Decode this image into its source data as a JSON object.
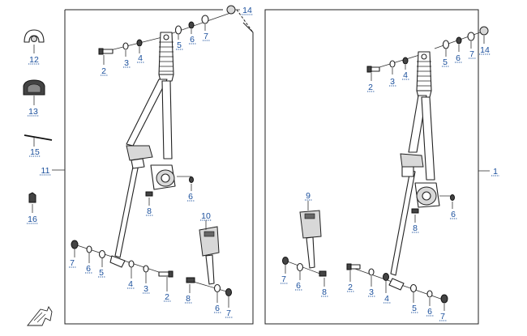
{
  "callouts": {
    "c1": "1",
    "c2a": "2",
    "c2b": "2",
    "c2c": "2",
    "c2d": "2",
    "c3a": "3",
    "c3b": "3",
    "c3c": "3",
    "c3d": "3",
    "c4a": "4",
    "c4b": "4",
    "c4c": "4",
    "c4d": "4",
    "c5a": "5",
    "c5b": "5",
    "c5c": "5",
    "c5d": "5",
    "c6a": "6",
    "c6b": "6",
    "c6c": "6",
    "c6d": "6",
    "c6e": "6",
    "c6f": "6",
    "c6g": "6",
    "c6h": "6",
    "c7a": "7",
    "c7b": "7",
    "c7c": "7",
    "c7d": "7",
    "c7e": "7",
    "c7f": "7",
    "c8a": "8",
    "c8b": "8",
    "c8c": "8",
    "c8d": "8",
    "c9": "9",
    "c10": "10",
    "c11": "11",
    "c12": "12",
    "c13": "13",
    "c14a": "14",
    "c14b": "14",
    "c15": "15",
    "c16": "16"
  },
  "icons": {
    "orientation": "front-arrow-icon",
    "retractor": "retractor-icon",
    "buckle": "buckle-icon"
  }
}
